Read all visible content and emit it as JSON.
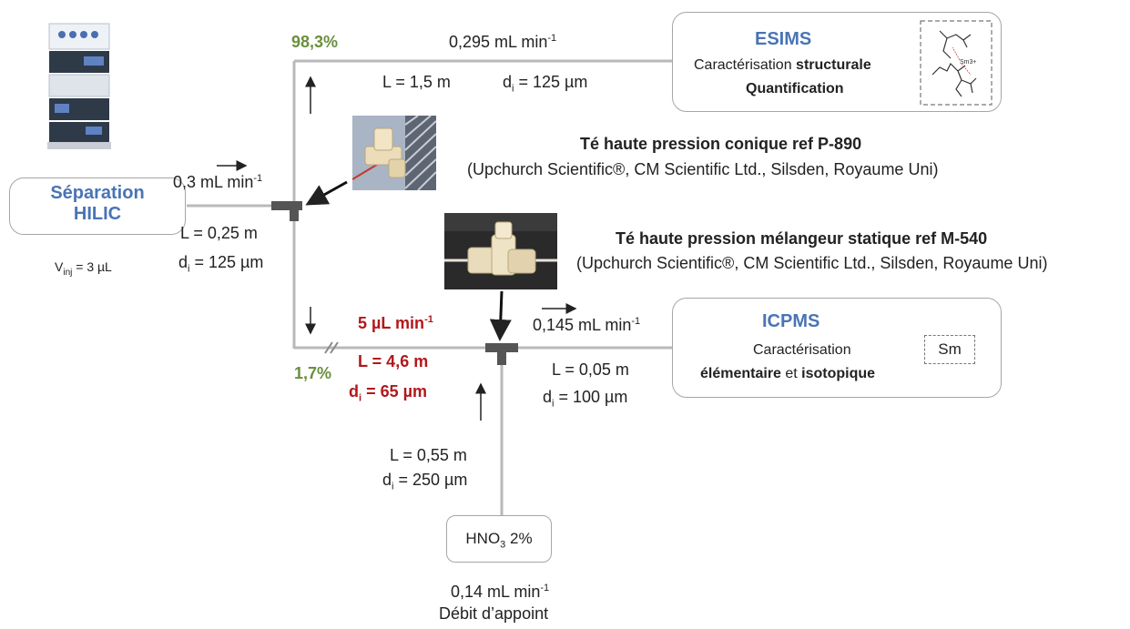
{
  "colors": {
    "line": "#b9b9b9",
    "green_label": "#6a8f3d",
    "red_label": "#b2171b",
    "blue_label": "#4a74b5",
    "tee": "#555555"
  },
  "separation": {
    "title_line1": "Séparation",
    "title_line2": "HILIC",
    "vinj_v": "V",
    "vinj_sub": "inj",
    "vinj_value": " = 3 µL",
    "flow_value": "0,3 mL min",
    "flow_sup": "-1",
    "length": "L = 0,25 m",
    "di_d": "d",
    "di_sub": "i",
    "di_value": " = 125 µm"
  },
  "upper_branch": {
    "percent": "98,3%",
    "flow_value": "0,295 mL min",
    "flow_sup": "-1",
    "length": "L = 1,5 m",
    "di_d": "d",
    "di_sub": "i",
    "di_value": " = 125 µm"
  },
  "esims": {
    "title": "ESIMS",
    "line1_normal": "Caractérisation ",
    "line1_bold": "structurale",
    "line2": "Quantification",
    "structure_label": "Sm3+"
  },
  "tee_conique": {
    "title": "Té haute pression conique ref P-890",
    "supplier": "(Upchurch Scientific®, CM Scientific Ltd., Silsden, Royaume Uni)"
  },
  "tee_melangeur": {
    "title": "Té haute pression mélangeur statique ref M-540",
    "supplier": "(Upchurch Scientific®, CM Scientific Ltd., Silsden, Royaume Uni)"
  },
  "lower_branch": {
    "percent": "1,7%",
    "flow_value": "5 µL min",
    "flow_sup": "-1",
    "length": "L = 4,6 m",
    "di_d": "d",
    "di_sub": "i",
    "di_value": " = 65 µm"
  },
  "icpms_line": {
    "flow_value": "0,145 mL min",
    "flow_sup": "-1",
    "length": "L = 0,05 m",
    "di_d": "d",
    "di_sub": "i",
    "di_value": " = 100 µm"
  },
  "icpms": {
    "title": "ICPMS",
    "line1": "Caractérisation",
    "line2_bold1": "élémentaire",
    "line2_normal": " et ",
    "line2_bold2": "isotopique",
    "element": "Sm"
  },
  "makeup_line": {
    "length": "L = 0,55 m",
    "di_d": "d",
    "di_sub": "i",
    "di_value": " = 250 µm"
  },
  "hno3": {
    "formula_main": "HNO",
    "formula_sub": "3",
    "formula_rest": " 2%",
    "flow_value": "0,14 mL min",
    "flow_sup": "-1",
    "caption": "Débit d’appoint"
  }
}
